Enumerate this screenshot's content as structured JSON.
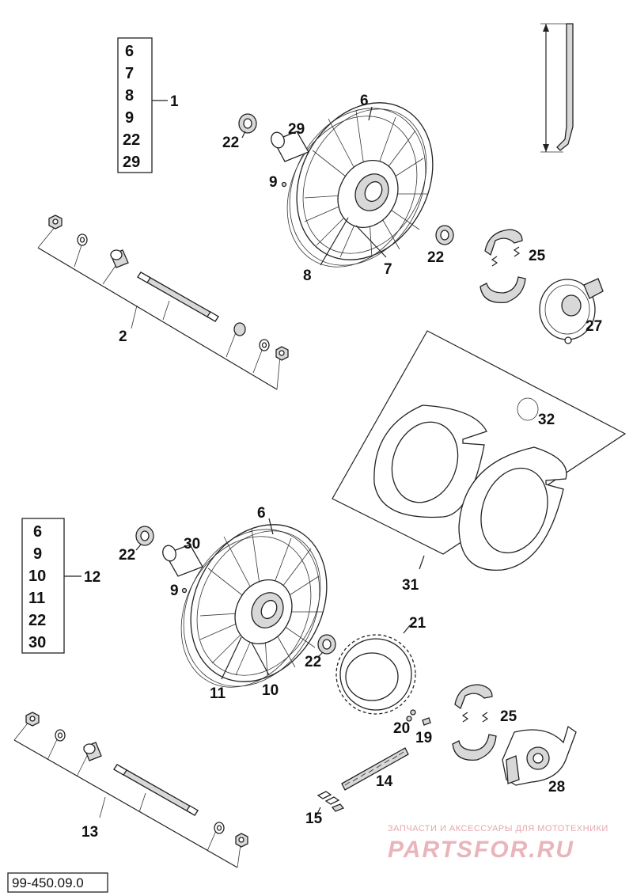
{
  "diagram_code": "99-450.09.0",
  "watermark": {
    "tagline": "ЗАПЧАСТИ И АКСЕССУАРЫ ДЛЯ МОТОТЕХНИКИ",
    "brand": "PARTSFOR.RU"
  },
  "kits": {
    "front": {
      "label": "1",
      "items": [
        "6",
        "7",
        "8",
        "9",
        "22",
        "29"
      ]
    },
    "rear": {
      "label": "12",
      "items": [
        "6",
        "9",
        "10",
        "11",
        "22",
        "30"
      ]
    }
  },
  "callouts": {
    "p2": "2",
    "p6a": "6",
    "p7": "7",
    "p8": "8",
    "p9a": "9",
    "p22a": "22",
    "p22b": "22",
    "p25a": "25",
    "p27": "27",
    "p29": "29",
    "p31": "31",
    "p32": "32",
    "p6b": "6",
    "p9b": "9",
    "p10": "10",
    "p11": "11",
    "p13": "13",
    "p14": "14",
    "p15": "15",
    "p19": "19",
    "p20": "20",
    "p21": "21",
    "p22c": "22",
    "p22d": "22",
    "p25b": "25",
    "p28": "28",
    "p30": "30"
  }
}
